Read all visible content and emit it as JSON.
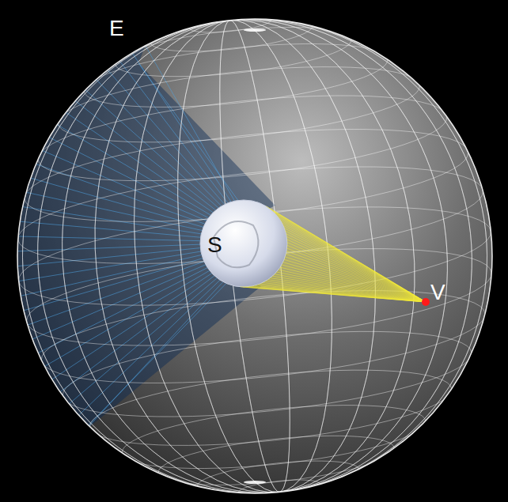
{
  "diagram": {
    "labels": [
      "E",
      "S",
      "V"
    ]
  }
}
